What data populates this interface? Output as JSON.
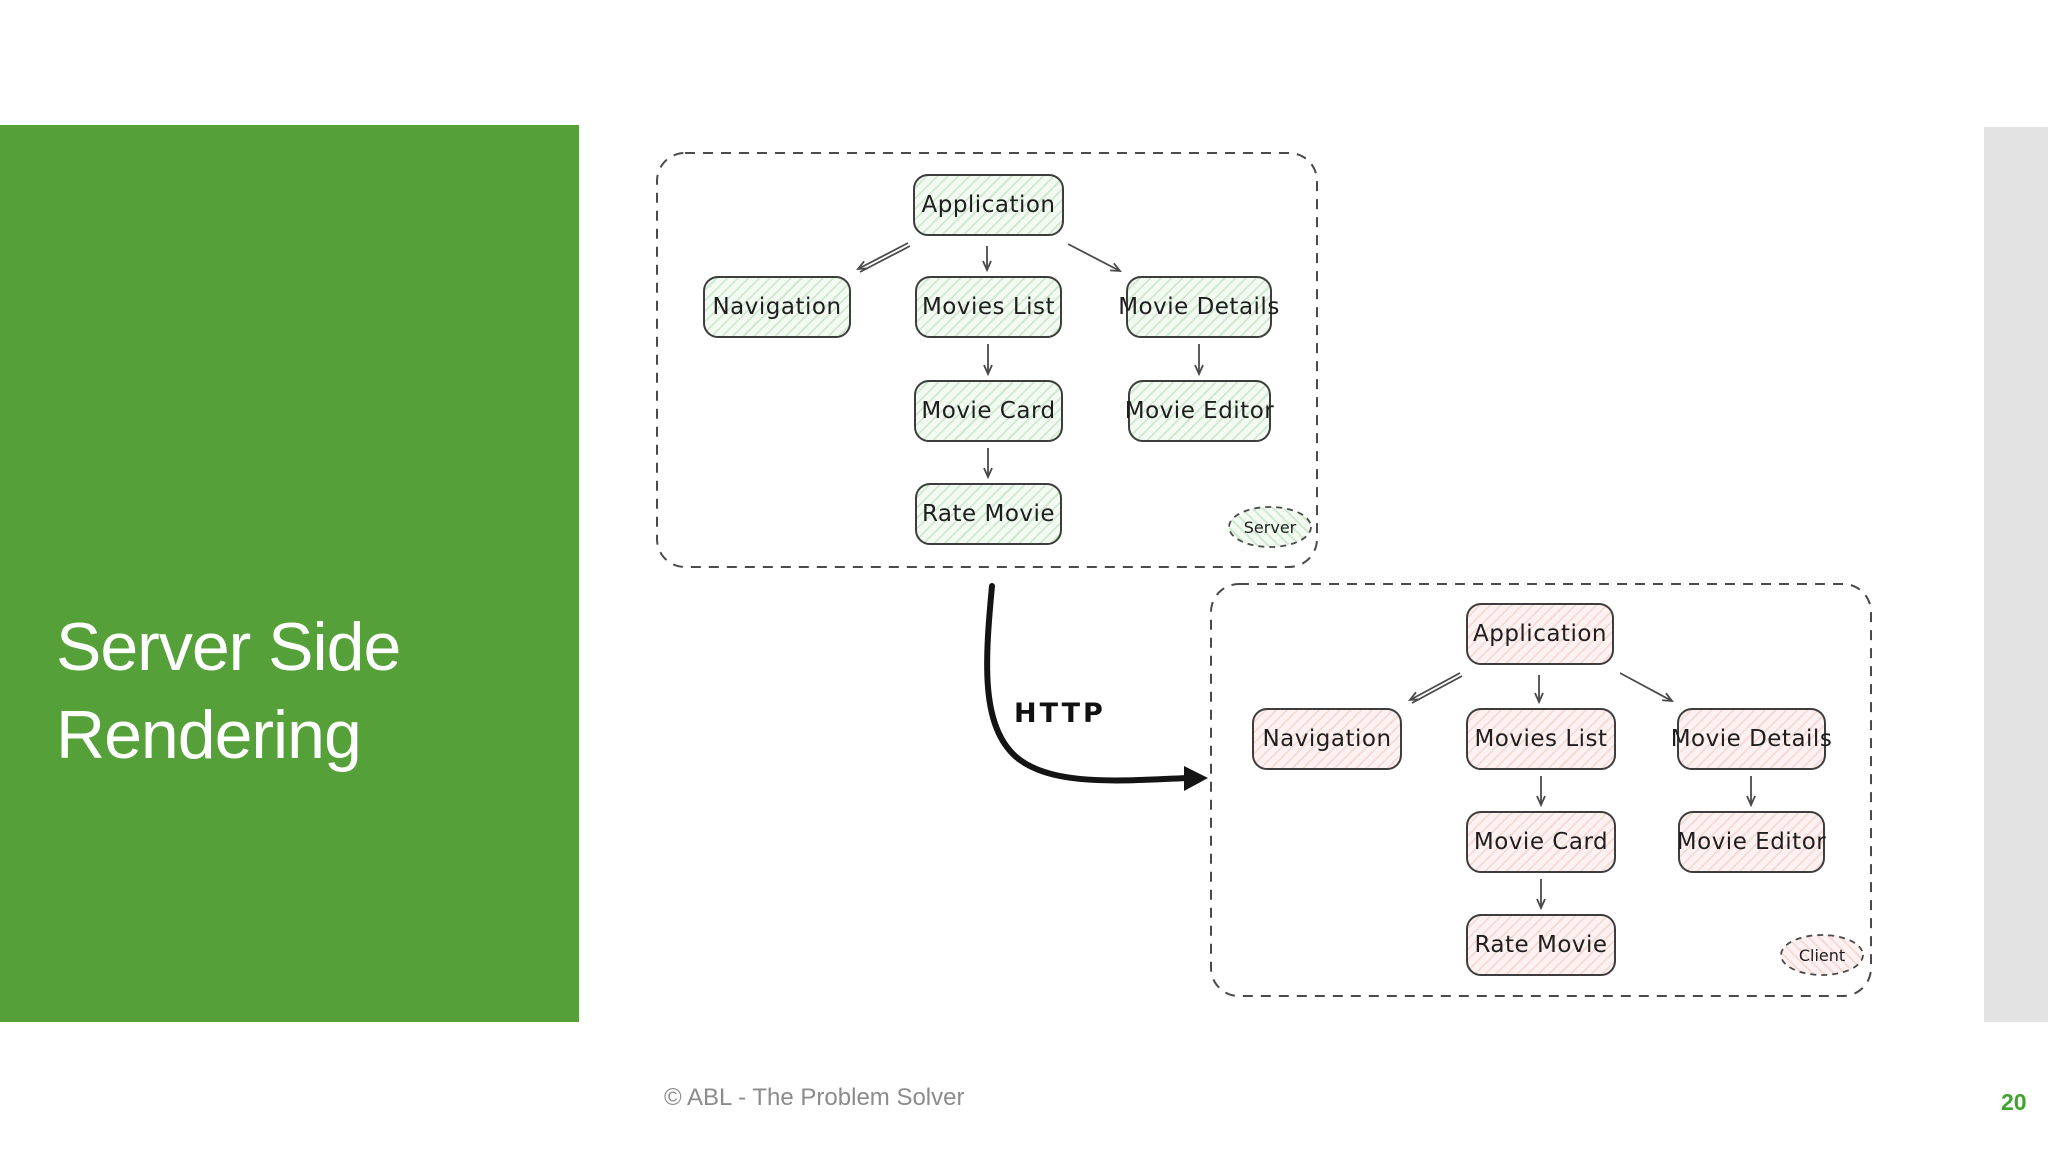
{
  "slide": {
    "title": "Server Side Rendering",
    "footer": "© ABL - The Problem Solver",
    "page_number": "20"
  },
  "colors": {
    "panel_green": "#56A03A",
    "page_number_green": "#3EA42D",
    "next_slide_edge_gray": "#E3E3E3",
    "footer_gray": "#8B8B8B",
    "node_border": "#3D3D3D",
    "server_node_fill": "#F2FAF2",
    "server_node_hatch": "#CFE9CF",
    "client_node_fill": "#FDF2F1",
    "client_node_hatch": "#F6DAD6",
    "container_dash": "#4A4A4A",
    "arrow_stroke": "#4A4A4A",
    "http_arrow": "#141414"
  },
  "diagrams": {
    "edge_label": "HTTP",
    "server": {
      "label": "Server",
      "nodes": {
        "application": "Application",
        "navigation": "Navigation",
        "movies_list": "Movies List",
        "movie_details": "Movie Details",
        "movie_card": "Movie Card",
        "movie_editor": "Movie Editor",
        "rate_movie": "Rate Movie"
      }
    },
    "client": {
      "label": "Client",
      "nodes": {
        "application": "Application",
        "navigation": "Navigation",
        "movies_list": "Movies List",
        "movie_details": "Movie Details",
        "movie_card": "Movie Card",
        "movie_editor": "Movie Editor",
        "rate_movie": "Rate Movie"
      }
    }
  }
}
